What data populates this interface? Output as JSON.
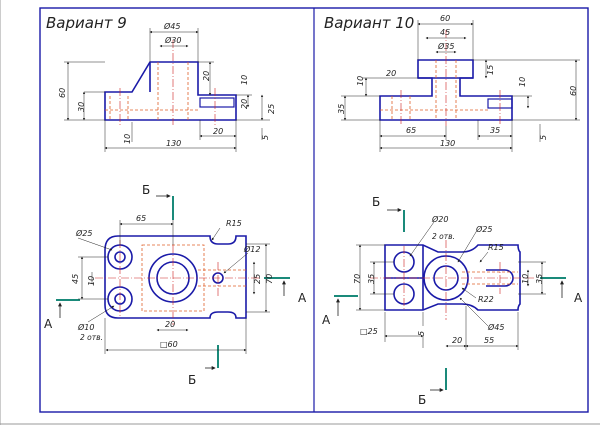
{
  "colors": {
    "outline": "#1a1aa8",
    "dimension": "#222222",
    "hidden": "#e0602a",
    "center": "#cc2222",
    "section": "#1a8a7a",
    "frame": "#1a1aa8"
  },
  "variants": [
    {
      "title": "Вариант 9",
      "front": {
        "d45": "Ø45",
        "d30": "Ø30",
        "h60": "60",
        "h30": "30",
        "h20a": "20",
        "h10a": "10",
        "h20b": "20",
        "h25": "25",
        "w10": "10",
        "w20": "20",
        "w130": "130",
        "w5": "5"
      },
      "plan": {
        "w65": "65",
        "d25": "Ø25",
        "r15": "R15",
        "d12": "Ø12",
        "h45": "45",
        "h10": "10",
        "h25": "25",
        "h70": "70",
        "d10": "Ø10",
        "holes": "2 отв.",
        "w20": "20",
        "sq60": "□60",
        "secA": "А",
        "secB": "Б"
      }
    },
    {
      "title": "Вариант 10",
      "front": {
        "w60": "60",
        "w45": "45",
        "d35": "Ø35",
        "h15": "15",
        "h20": "20",
        "h10a": "10",
        "h10b": "10",
        "h60": "60",
        "h35": "35",
        "w65": "65",
        "w35": "35",
        "w130": "130",
        "w5": "5"
      },
      "plan": {
        "d20": "Ø20",
        "holes": "2 отв.",
        "d25": "Ø25",
        "r15": "R15",
        "h70": "70",
        "h35": "35",
        "r22": "R22",
        "d45": "Ø45",
        "h10": "10",
        "h35b": "35",
        "sq25": "□25",
        "h5": "5",
        "w20": "20",
        "w55": "55",
        "secA": "А",
        "secB": "Б"
      }
    }
  ]
}
